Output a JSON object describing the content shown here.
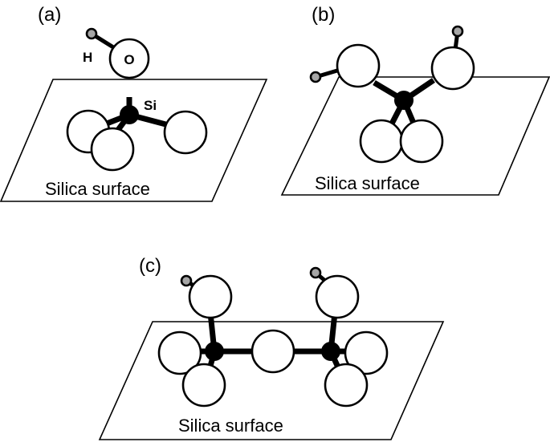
{
  "panels": [
    {
      "label": "(a)",
      "surface_label": "Silica surface"
    },
    {
      "label": "(b)",
      "surface_label": "Silica surface"
    },
    {
      "label": "(c)",
      "surface_label": "Silica surface"
    }
  ],
  "atom_labels": {
    "hydrogen": "H",
    "oxygen": "O",
    "silicon": "Si"
  },
  "colors": {
    "outline": "#000000",
    "background": "#ffffff",
    "hydrogen_fill": "#a6a6a6",
    "silicon_fill": "#000000"
  }
}
